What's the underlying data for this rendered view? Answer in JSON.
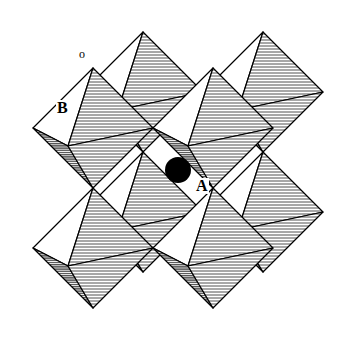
{
  "diagram": {
    "labels": [
      "o",
      "B",
      "A"
    ]
  }
}
